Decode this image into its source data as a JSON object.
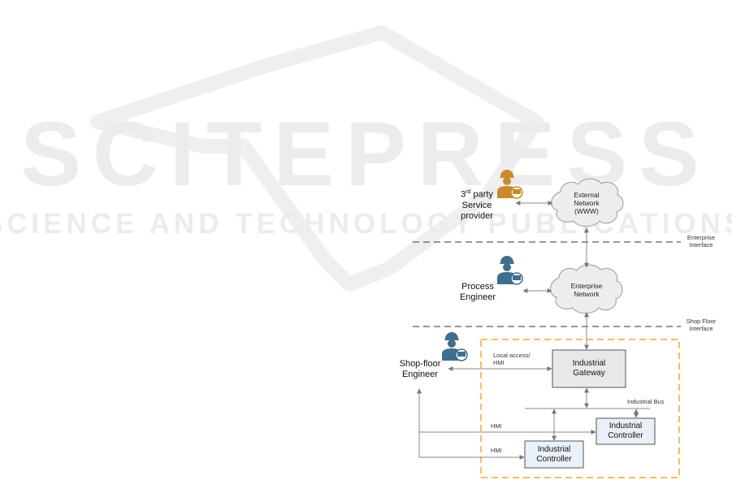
{
  "watermark": {
    "brand": "SCITEPRESS",
    "tagline": "SCIENCE AND TECHNOLOGY PUBLICATIONS"
  },
  "roles": {
    "third_party_line1_base": "3",
    "third_party_line1_sup": "rd",
    "third_party_line1_rest": " party",
    "third_party_line2": "Service",
    "third_party_line3": "provider",
    "process_line1": "Process",
    "process_line2": "Engineer",
    "shopfloor_line1": "Shop-floor",
    "shopfloor_line2": "Engineer"
  },
  "clouds": {
    "external_line1": "External",
    "external_line2": "Network",
    "external_line3": "(WWW)",
    "enterprise_line1": "Enterprise",
    "enterprise_line2": "Network"
  },
  "interfaces": {
    "enterprise_line1": "Enterprise",
    "enterprise_line2": "Interface",
    "shopfloor_line1": "Shop Floor",
    "shopfloor_line2": "Interface"
  },
  "boxes": {
    "gateway_line1": "Industrial",
    "gateway_line2": "Gateway",
    "controller1_line1": "Industrial",
    "controller1_line2": "Controller",
    "controller2_line1": "Industrial",
    "controller2_line2": "Controller"
  },
  "links": {
    "local_access_line1": "Local access/",
    "local_access_line2": "HMI",
    "hmi_upper": "HMI",
    "hmi_lower": "HMI",
    "industrial_bus": "Industrial Bus"
  },
  "colors": {
    "third_party_icon": "#c98a2b",
    "engineer_icon": "#3f6e8c",
    "cloud_fill": "#ededed",
    "gateway_fill": "#e8e8e8",
    "controller_fill": "#e9f0f7",
    "zone_border": "#f0a830",
    "line": "#8a8a8a"
  }
}
